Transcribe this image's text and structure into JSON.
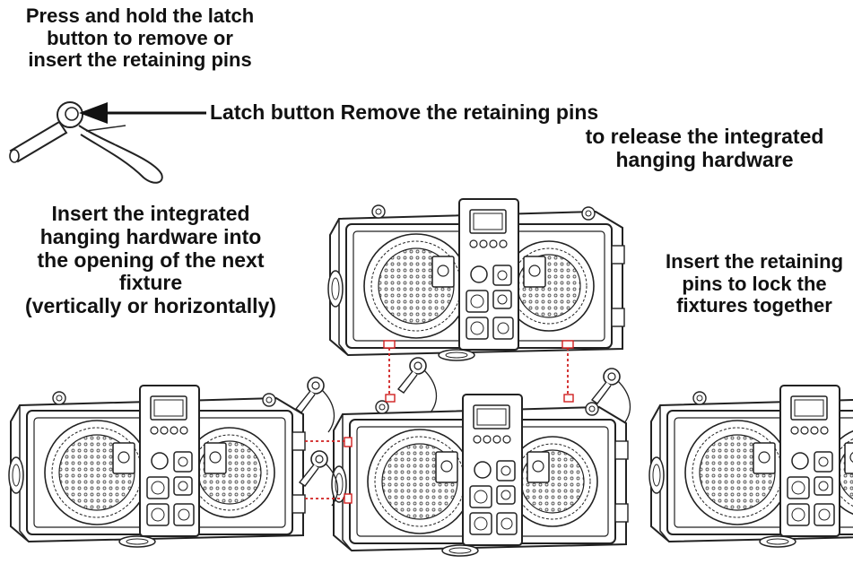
{
  "labels": {
    "latch_instruction": "Press and hold the latch\nbutton to remove or\ninsert the retaining pins",
    "latch_button": "Latch button Remove the retaining pins",
    "remove_pins": "to release the integrated\nhanging hardware",
    "insert_hardware": "Insert the integrated\nhanging hardware into\nthe opening of the next\nfixture\n(vertically or horizontally)",
    "insert_pins": "Insert the retaining\npins to lock the\nfixtures together"
  },
  "colors": {
    "line": "#222222",
    "connector": "#d02020",
    "fill": "#ffffff",
    "grille": "#555555"
  }
}
